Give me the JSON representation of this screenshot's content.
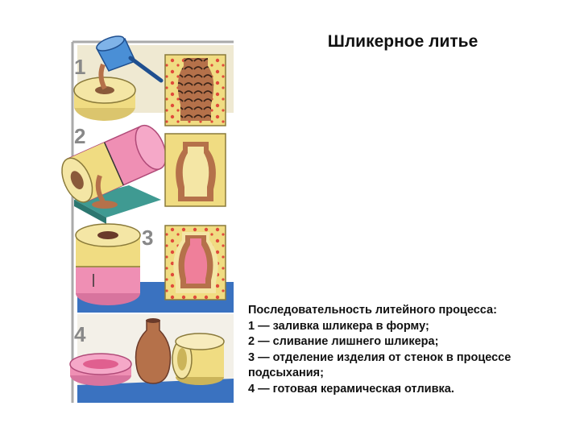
{
  "title": "Шликерное литье",
  "step_numbers": [
    "1",
    "2",
    "3",
    "4"
  ],
  "caption": {
    "heading": "Последовательность литейного процесса:",
    "lines": [
      "1 — заливка шликера в форму;",
      "2 — сливание лишнего шликера;",
      "3 — отделение изделия от стенок в процессе",
      "подсыхания;",
      "4 — готовая керамическая отливка."
    ]
  },
  "colors": {
    "mold_yellow": "#f0dc82",
    "mold_pink": "#ef8fb4",
    "slip_brown": "#b5714a",
    "mold_dots": "#e04a3a",
    "base_blue": "#3a72c0",
    "base_teal": "#3f9a92",
    "pitcher_blue": "#4a8fd6"
  }
}
